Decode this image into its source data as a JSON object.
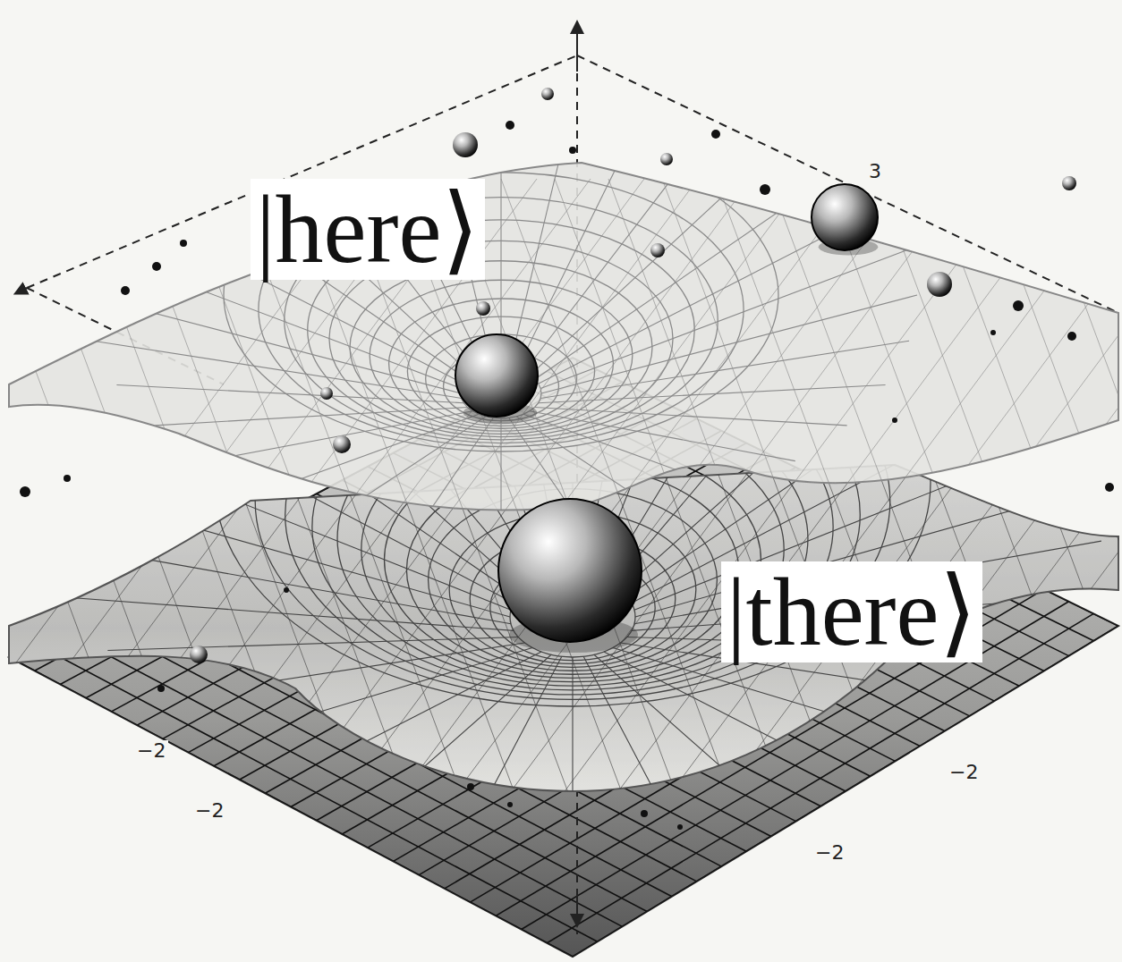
{
  "diagram": {
    "labels": [
      "|here⟩",
      "|there⟩",
      "−2",
      "−2",
      "−2",
      "−2",
      "3"
    ]
  }
}
